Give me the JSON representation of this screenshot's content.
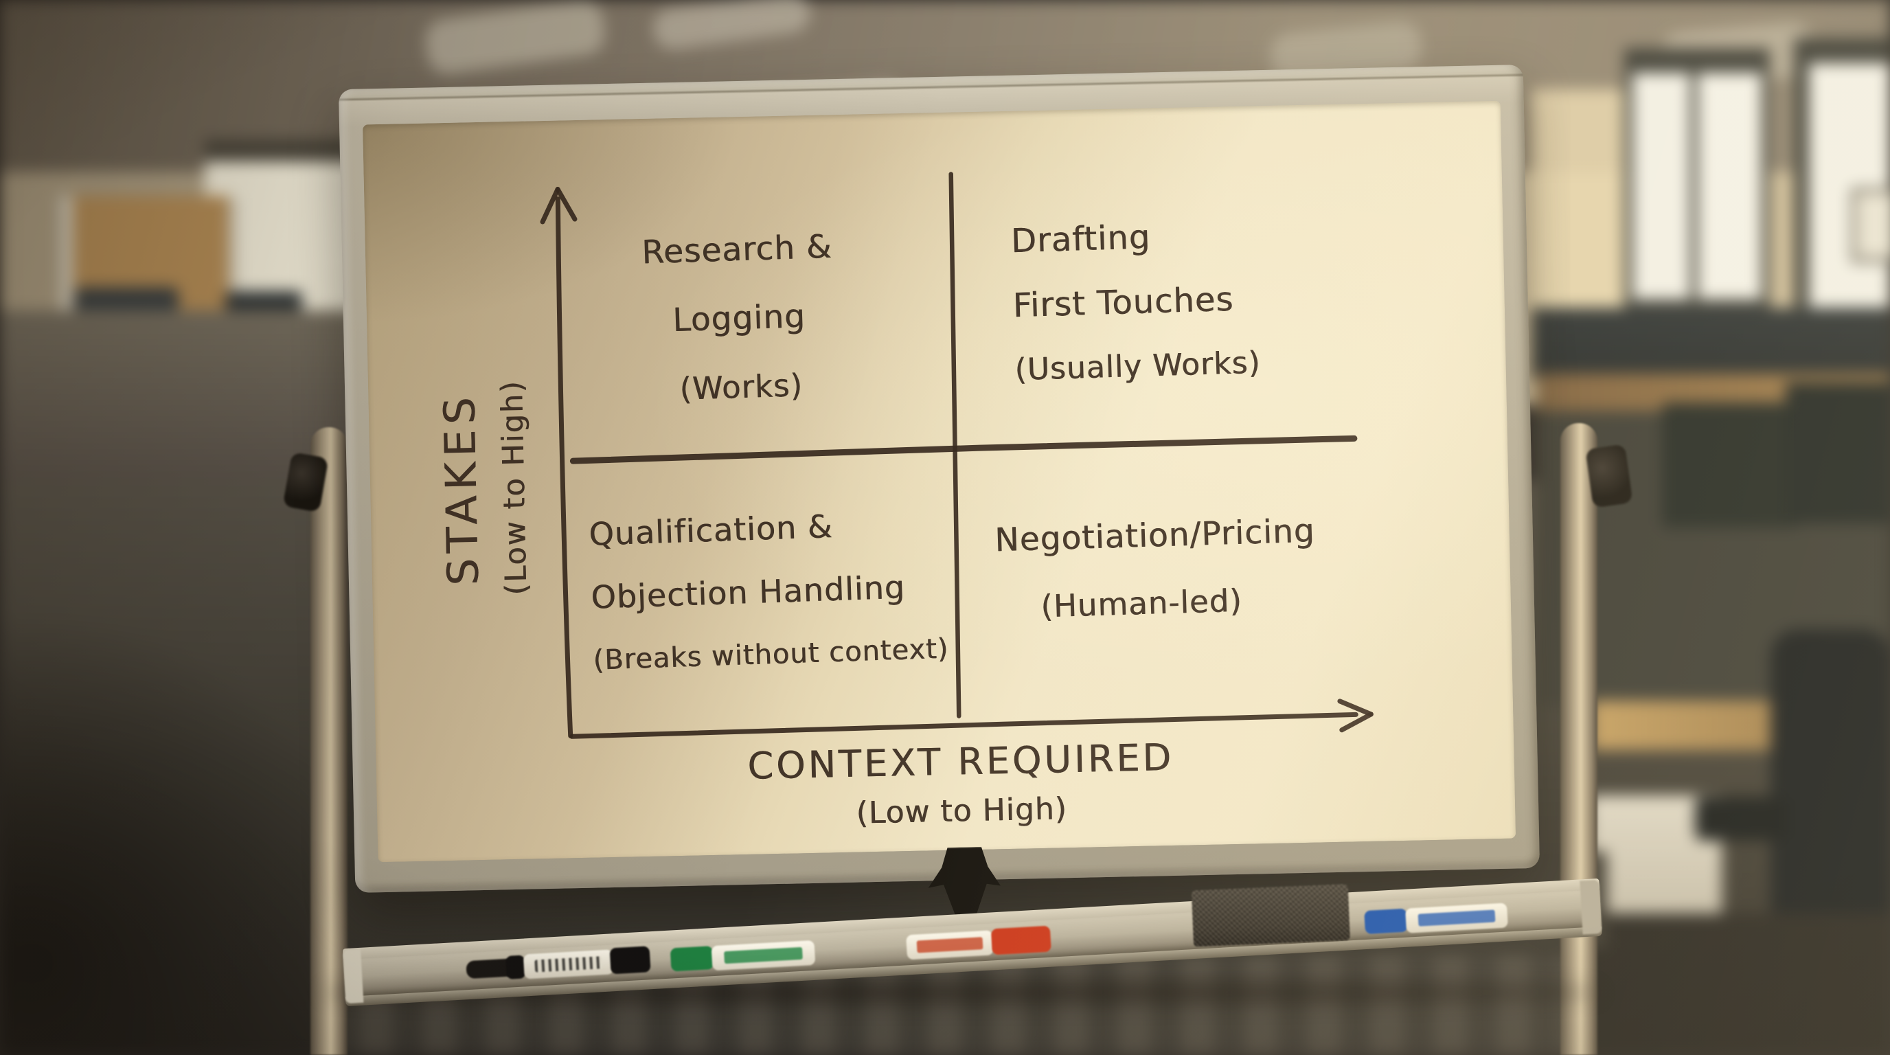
{
  "scene": {
    "description": "Sunlit office with a mobile whiteboard easel showing a hand-drawn 2x2 matrix",
    "sunlight_color": "#f0dfae"
  },
  "whiteboard": {
    "ink_color": "#37291e",
    "x_axis": {
      "label": "CONTEXT REQUIRED",
      "range_note": "(Low to High)"
    },
    "y_axis": {
      "label": "STAKES",
      "range_note": "(Low to High)"
    },
    "quadrants": {
      "top_left": {
        "line1": "Research &",
        "line2": "Logging",
        "note": "(Works)"
      },
      "top_right": {
        "line1": "Drafting",
        "line2": "First Touches",
        "note": "(Usually Works)"
      },
      "bottom_left": {
        "line1": "Qualification &",
        "line2": "Objection Handling",
        "note": "(Breaks without context)"
      },
      "bottom_right": {
        "line1": "Negotiation/Pricing",
        "note": "(Human-led)"
      }
    }
  },
  "tray": {
    "markers": [
      {
        "name": "black marker",
        "color": "#17130f"
      },
      {
        "name": "green marker",
        "color": "#1f8040"
      },
      {
        "name": "red marker",
        "color": "#cc3a1d"
      },
      {
        "name": "blue marker",
        "color": "#1d55ae"
      }
    ],
    "eraser": {
      "name": "whiteboard eraser",
      "color": "#39342d"
    }
  }
}
